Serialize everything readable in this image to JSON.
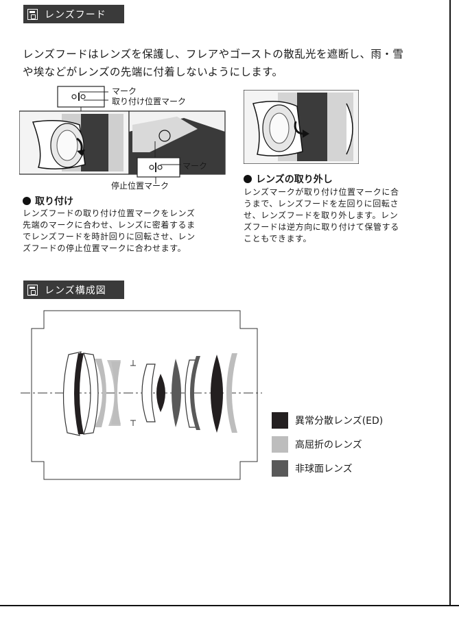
{
  "sections": {
    "hood_title": "レンズフード",
    "diagram_title": "レンズ構成図"
  },
  "intro": {
    "line1": "レンズフードはレンズを保護し、フレアやゴーストの散乱光を遮断し、雨・雪",
    "line2": "や埃などがレンズの先端に付着しないようにします。"
  },
  "attach": {
    "heading": "取り付け",
    "lines": [
      "レンズフードの取り付け位置マークをレンズ",
      "先端のマークに合わせ、レンズに密着するま",
      "でレンズフードを時計回りに回転させ、レン",
      "ズフードの停止位置マークに合わせます。"
    ],
    "labels": {
      "mark_top": "マーク",
      "mount_mark": "取り付け位置マーク",
      "mark_bottom": "マーク",
      "stop_mark": "停止位置マーク"
    }
  },
  "remove": {
    "heading": "レンズの取り外し",
    "lines": [
      "レンズマークが取り付け位置マークに合",
      "うまで、レンズフードを左回りに回転さ",
      "せ、レンズフードを取り外します。レン",
      "ズフードは逆方向に取り付けて保管する",
      "こともできます。"
    ]
  },
  "legend": [
    {
      "label": "異常分散レンズ(ED)",
      "color": "#231f20"
    },
    {
      "label": "高屈折のレンズ",
      "color": "#bdbdbd"
    },
    {
      "label": "非球面レンズ",
      "color": "#595959"
    }
  ],
  "colors": {
    "bar": "#3a3a3a",
    "ed": "#231f20",
    "high_index": "#bdbdbd",
    "aspherical": "#595959"
  }
}
